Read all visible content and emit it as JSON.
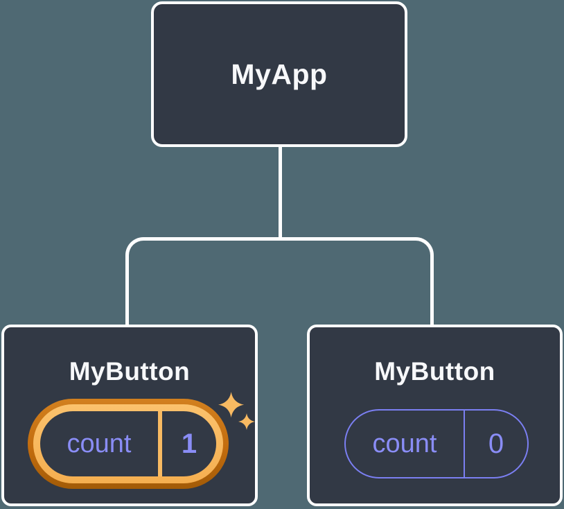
{
  "colors": {
    "background": "#4F6973",
    "node_fill": "#323945",
    "node_border": "#FFFFFF",
    "connector": "#FFFFFF",
    "label_text": "#F7F8FA",
    "state_text_purple": "#8A8DF6",
    "pill_outline_purple": "#7B7FF2",
    "highlight_orange_dark": "#C26C0E",
    "highlight_gold": "#F8BA62"
  },
  "tree": {
    "root": {
      "label": "MyApp"
    },
    "children": [
      {
        "label": "MyButton",
        "state_name": "count",
        "state_value": "1",
        "highlighted": true
      },
      {
        "label": "MyButton",
        "state_name": "count",
        "state_value": "0",
        "highlighted": false
      }
    ]
  }
}
